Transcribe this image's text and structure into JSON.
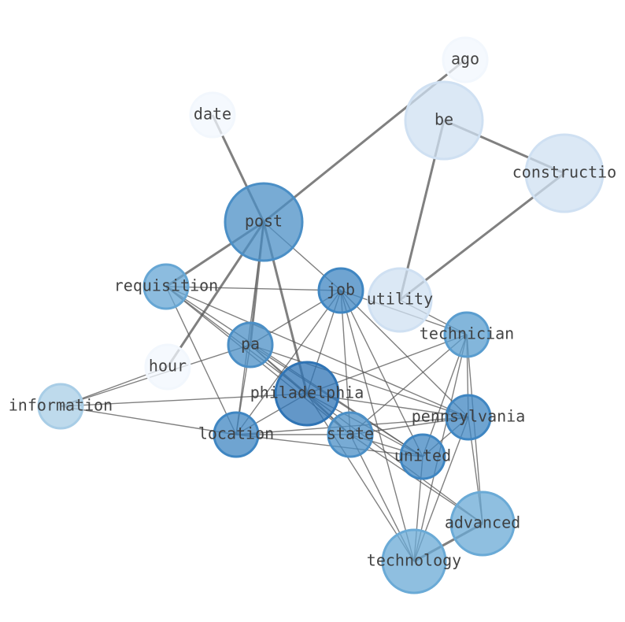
{
  "graph": {
    "edge_color": "#555555",
    "nodes": [
      {
        "id": "ago",
        "label": "ago",
        "color": "#f2f7fd"
      },
      {
        "id": "be",
        "label": "be",
        "color": "#cfe0f2"
      },
      {
        "id": "construction",
        "label": "constructio",
        "color": "#cfe0f2"
      },
      {
        "id": "date",
        "label": "date",
        "color": "#f2f7fd"
      },
      {
        "id": "post",
        "label": "post",
        "color": "#4b8fc6"
      },
      {
        "id": "requisition",
        "label": "requisition",
        "color": "#66a6d4"
      },
      {
        "id": "job",
        "label": "job",
        "color": "#3f86c2"
      },
      {
        "id": "utility",
        "label": "utility",
        "color": "#cfe0f2"
      },
      {
        "id": "technician",
        "label": "technician",
        "color": "#5a9dcf"
      },
      {
        "id": "pa",
        "label": "pa",
        "color": "#4b8fc6"
      },
      {
        "id": "hour",
        "label": "hour",
        "color": "#f2f7fd"
      },
      {
        "id": "philadelphia",
        "label": "philadelphia",
        "color": "#2f74b5"
      },
      {
        "id": "information",
        "label": "information",
        "color": "#a8cde6"
      },
      {
        "id": "location",
        "label": "location",
        "color": "#3f86c2"
      },
      {
        "id": "state",
        "label": "state",
        "color": "#4b8fc6"
      },
      {
        "id": "pennsylvania",
        "label": "pennsylvania",
        "color": "#3f86c2"
      },
      {
        "id": "united",
        "label": "united",
        "color": "#3f86c2"
      },
      {
        "id": "advanced",
        "label": "advanced",
        "color": "#6aaad6"
      },
      {
        "id": "technology",
        "label": "technology",
        "color": "#6aaad6"
      }
    ],
    "edges": [
      {
        "s": "post",
        "t": "ago",
        "w": "heavy"
      },
      {
        "s": "post",
        "t": "date",
        "w": "heavy"
      },
      {
        "s": "post",
        "t": "requisition",
        "w": "heavy"
      },
      {
        "s": "post",
        "t": "hour",
        "w": "heavy"
      },
      {
        "s": "post",
        "t": "pa",
        "w": "heavy"
      },
      {
        "s": "post",
        "t": "philadelphia",
        "w": "heavy"
      },
      {
        "s": "be",
        "t": "construction",
        "w": "heavy"
      },
      {
        "s": "be",
        "t": "utility",
        "w": "heavy"
      },
      {
        "s": "construction",
        "t": "utility",
        "w": "heavy"
      },
      {
        "s": "advanced",
        "t": "technology",
        "w": "heavy"
      },
      {
        "s": "post",
        "t": "job",
        "w": "light"
      },
      {
        "s": "post",
        "t": "location",
        "w": "light"
      },
      {
        "s": "job",
        "t": "requisition",
        "w": "light"
      },
      {
        "s": "job",
        "t": "pa",
        "w": "light"
      },
      {
        "s": "job",
        "t": "philadelphia",
        "w": "light"
      },
      {
        "s": "job",
        "t": "location",
        "w": "light"
      },
      {
        "s": "job",
        "t": "state",
        "w": "light"
      },
      {
        "s": "job",
        "t": "pennsylvania",
        "w": "light"
      },
      {
        "s": "job",
        "t": "united",
        "w": "light"
      },
      {
        "s": "job",
        "t": "technology",
        "w": "light"
      },
      {
        "s": "job",
        "t": "technician",
        "w": "light"
      },
      {
        "s": "requisition",
        "t": "philadelphia",
        "w": "light"
      },
      {
        "s": "requisition",
        "t": "location",
        "w": "light"
      },
      {
        "s": "requisition",
        "t": "state",
        "w": "light"
      },
      {
        "s": "requisition",
        "t": "united",
        "w": "light"
      },
      {
        "s": "requisition",
        "t": "pennsylvania",
        "w": "light"
      },
      {
        "s": "pa",
        "t": "philadelphia",
        "w": "light"
      },
      {
        "s": "pa",
        "t": "location",
        "w": "light"
      },
      {
        "s": "pa",
        "t": "state",
        "w": "light"
      },
      {
        "s": "pa",
        "t": "united",
        "w": "light"
      },
      {
        "s": "pa",
        "t": "pennsylvania",
        "w": "light"
      },
      {
        "s": "pa",
        "t": "information",
        "w": "light"
      },
      {
        "s": "hour",
        "t": "information",
        "w": "light"
      },
      {
        "s": "information",
        "t": "philadelphia",
        "w": "light"
      },
      {
        "s": "information",
        "t": "location",
        "w": "light"
      },
      {
        "s": "philadelphia",
        "t": "state",
        "w": "light"
      },
      {
        "s": "philadelphia",
        "t": "united",
        "w": "light"
      },
      {
        "s": "philadelphia",
        "t": "pennsylvania",
        "w": "light"
      },
      {
        "s": "philadelphia",
        "t": "technician",
        "w": "light"
      },
      {
        "s": "philadelphia",
        "t": "location",
        "w": "light"
      },
      {
        "s": "philadelphia",
        "t": "technology",
        "w": "light"
      },
      {
        "s": "philadelphia",
        "t": "advanced",
        "w": "light"
      },
      {
        "s": "location",
        "t": "state",
        "w": "light"
      },
      {
        "s": "location",
        "t": "united",
        "w": "light"
      },
      {
        "s": "location",
        "t": "pennsylvania",
        "w": "light"
      },
      {
        "s": "state",
        "t": "pennsylvania",
        "w": "light"
      },
      {
        "s": "state",
        "t": "united",
        "w": "light"
      },
      {
        "s": "state",
        "t": "technician",
        "w": "light"
      },
      {
        "s": "state",
        "t": "technology",
        "w": "light"
      },
      {
        "s": "state",
        "t": "advanced",
        "w": "light"
      },
      {
        "s": "united",
        "t": "pennsylvania",
        "w": "light"
      },
      {
        "s": "united",
        "t": "technician",
        "w": "light"
      },
      {
        "s": "united",
        "t": "technology",
        "w": "light"
      },
      {
        "s": "pennsylvania",
        "t": "technician",
        "w": "light"
      },
      {
        "s": "pennsylvania",
        "t": "technology",
        "w": "light"
      },
      {
        "s": "pennsylvania",
        "t": "advanced",
        "w": "light"
      },
      {
        "s": "technician",
        "t": "advanced",
        "w": "light"
      },
      {
        "s": "technician",
        "t": "technology",
        "w": "light"
      },
      {
        "s": "technician",
        "t": "utility",
        "w": "light"
      }
    ]
  }
}
